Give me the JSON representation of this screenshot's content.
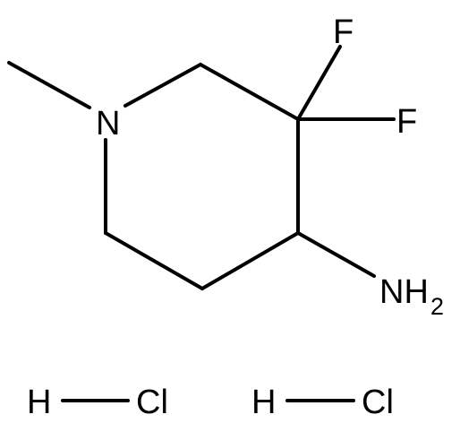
{
  "molecule": {
    "atoms": {
      "nitrogen": "N",
      "fluorine_1": "F",
      "fluorine_2": "F",
      "amine": "NH",
      "amine_subscript": "2"
    }
  },
  "salt": {
    "hcl_1": {
      "h": "H",
      "cl": "Cl"
    },
    "hcl_2": {
      "h": "H",
      "cl": "Cl"
    }
  }
}
